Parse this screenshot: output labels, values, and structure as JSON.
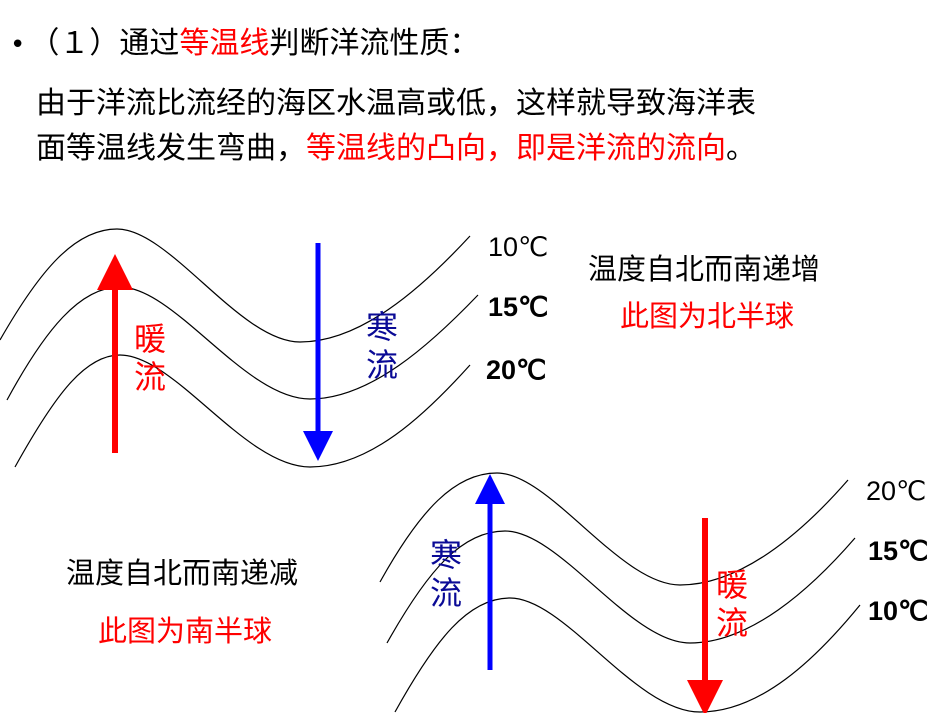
{
  "header": {
    "bullet": "•",
    "title_prefix": "（１）通过",
    "title_highlight": "等温线",
    "title_suffix": "判断洋流性质："
  },
  "explanation": {
    "line1": "由于洋流比流经的海区水温高或低，这样就导致海洋表",
    "line2_black": "面等温线发生弯曲，",
    "line2_red": "等温线的凸向，即是洋流的流向",
    "line2_end": "。"
  },
  "diagrams": {
    "northern": {
      "isotherms": [
        {
          "label": "10℃"
        },
        {
          "label": "15℃"
        },
        {
          "label": "20℃"
        }
      ],
      "warm_current": {
        "label_1": "暖",
        "label_2": "流",
        "direction": "up",
        "color": "#ff0000"
      },
      "cold_current": {
        "label_1": "寒",
        "label_2": "流",
        "direction": "down",
        "color": "#0000ff"
      },
      "note": "温度自北而南递增",
      "conclusion": "此图为北半球"
    },
    "southern": {
      "isotherms": [
        {
          "label": "20℃"
        },
        {
          "label": "15℃"
        },
        {
          "label": "10℃"
        }
      ],
      "cold_current": {
        "label_1": "寒",
        "label_2": "流",
        "direction": "up",
        "color": "#0000ff"
      },
      "warm_current": {
        "label_1": "暖",
        "label_2": "流",
        "direction": "down",
        "color": "#ff0000"
      },
      "note": "温度自北而南递减",
      "conclusion": "此图为南半球"
    }
  },
  "colors": {
    "warm": "#ff0000",
    "cold_arrow": "#0000ff",
    "cold_text": "#0a0a96",
    "text": "#000000"
  }
}
